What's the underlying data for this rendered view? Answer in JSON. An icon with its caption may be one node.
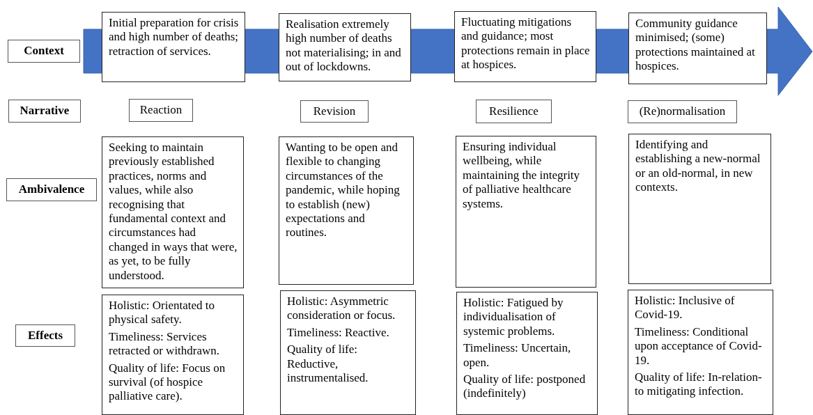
{
  "diagram": {
    "nodes": [
      {
        "text": [
          "Context"
        ]
      },
      {
        "text": [
          "Initial preparation for crisis and high number of deaths; retraction of services."
        ]
      },
      {
        "text": [
          "Realisation extremely high number of deaths not materialising; in and out of lockdowns."
        ]
      },
      {
        "text": [
          "Fluctuating mitigations and guidance; most protections remain in place at hospices."
        ]
      },
      {
        "text": [
          "Community guidance minimised; (some) protections maintained at hospices."
        ]
      },
      {
        "text": [
          "Narrative"
        ]
      },
      {
        "text": [
          "Reaction"
        ]
      },
      {
        "text": [
          "Revision"
        ]
      },
      {
        "text": [
          "Resilience"
        ]
      },
      {
        "text": [
          "(Re)normalisation"
        ]
      },
      {
        "text": [
          "Ambivalence"
        ]
      },
      {
        "text": [
          "Seeking to maintain previously established practices, norms and values, while also recognising that fundamental context and circumstances had changed in ways that were, as yet, to be fully understood."
        ]
      },
      {
        "text": [
          "Wanting to be open and flexible to changing circumstances of the pandemic, while hoping to establish (new) expectations and routines."
        ]
      },
      {
        "text": [
          "Ensuring individual wellbeing, while maintaining the integrity of palliative healthcare systems."
        ]
      },
      {
        "text": [
          "Identifying and establishing a new-normal or an old-normal, in new contexts."
        ]
      },
      {
        "text": [
          "Effects"
        ]
      },
      {
        "text": [
          "Holistic: Orientated to physical safety.",
          "Timeliness: Services retracted or withdrawn.",
          "Quality of life: Focus on survival (of hospice palliative care)."
        ]
      },
      {
        "text": [
          "Holistic: Asymmetric consideration or focus.",
          "Timeliness: Reactive.",
          "Quality of life: Reductive, instrumentalised."
        ]
      },
      {
        "text": [
          "Holistic: Fatigued by individualisation of systemic problems.",
          "Timeliness: Uncertain, open.",
          "Quality of life: postponed (indefinitely)"
        ]
      },
      {
        "text": [
          "Holistic: Inclusive of Covid-19.",
          "Timeliness: Conditional upon acceptance of Covid-19.",
          "Quality of life: In-relation-to mitigating infection."
        ]
      }
    ]
  }
}
